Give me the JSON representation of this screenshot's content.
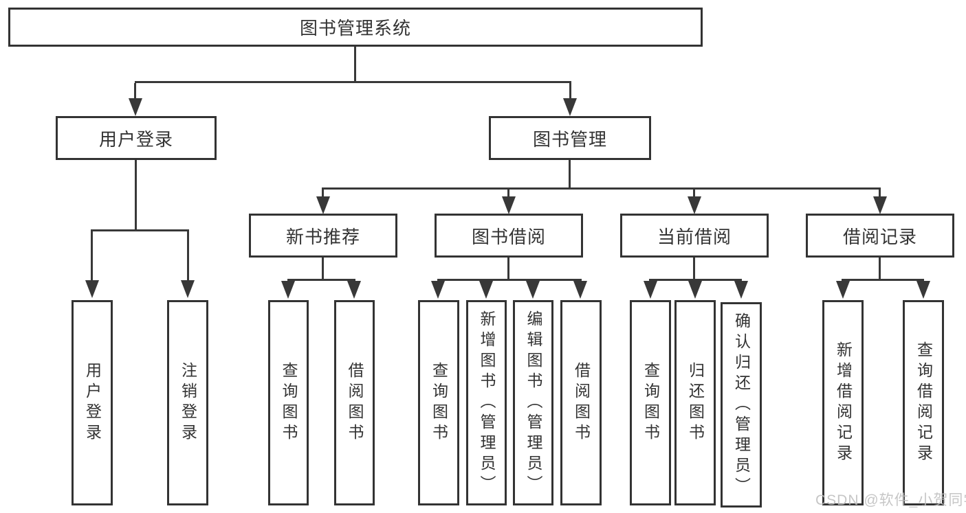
{
  "diagram_title": "图书管理系统",
  "colors": {
    "line": "#383838",
    "border": "#333333",
    "text": "#333333",
    "background": "#ffffff",
    "watermark": "#bebebe"
  },
  "nodes": {
    "root": "图书管理系统",
    "user_login": "用户登录",
    "book_mgmt": "图书管理",
    "new_book_rec": "新书推荐",
    "book_borrow": "图书借阅",
    "current_borrow": "当前借阅",
    "borrow_record": "借阅记录",
    "ul_login": "用户登录",
    "ul_logout": "注销登录",
    "nb_query": "查询图书",
    "nb_borrow": "借阅图书",
    "bb_query": "查询图书",
    "bb_add": "新增图书（管理员）",
    "bb_edit": "编辑图书（管理员）",
    "bb_borrow": "借阅图书",
    "cb_query": "查询图书",
    "cb_return": "归还图书",
    "cb_confirm": "确认归还（管理员）",
    "br_add": "新增借阅记录",
    "br_query": "查询借阅记录"
  },
  "hierarchy": {
    "root": [
      "user_login",
      "book_mgmt"
    ],
    "user_login": [
      "ul_login",
      "ul_logout"
    ],
    "book_mgmt": [
      "new_book_rec",
      "book_borrow",
      "current_borrow",
      "borrow_record"
    ],
    "new_book_rec": [
      "nb_query",
      "nb_borrow"
    ],
    "book_borrow": [
      "bb_query",
      "bb_add",
      "bb_edit",
      "bb_borrow"
    ],
    "current_borrow": [
      "cb_query",
      "cb_return",
      "cb_confirm"
    ],
    "borrow_record": [
      "br_add",
      "br_query"
    ]
  },
  "watermark": {
    "text": "CSDN @软件_小贺同学"
  }
}
